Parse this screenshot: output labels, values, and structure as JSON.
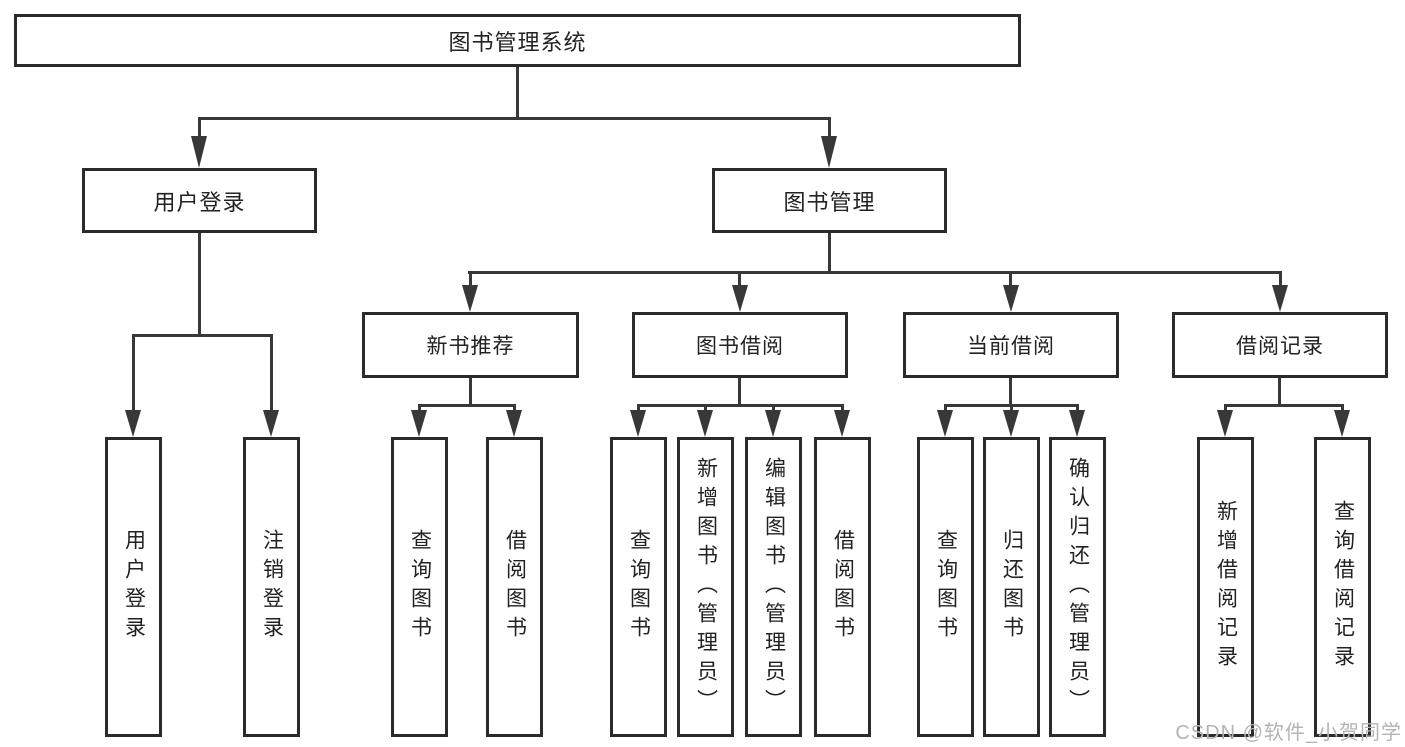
{
  "diagram": {
    "root": {
      "label": "图书管理系统"
    },
    "level2": {
      "user_login": {
        "label": "用户登录"
      },
      "book_mgmt": {
        "label": "图书管理"
      }
    },
    "level3": {
      "new_books": {
        "label": "新书推荐"
      },
      "book_borrow": {
        "label": "图书借阅"
      },
      "current_borrow": {
        "label": "当前借阅"
      },
      "borrow_records": {
        "label": "借阅记录"
      }
    },
    "leaves": {
      "user_login": [
        "用户登录",
        "注销登录"
      ],
      "new_books": [
        "查询图书",
        "借阅图书"
      ],
      "book_borrow": [
        "查询图书",
        "新增图书（管理员）",
        "编辑图书（管理员）",
        "借阅图书"
      ],
      "current_borrow": [
        "查询图书",
        "归还图书",
        "确认归还（管理员）"
      ],
      "borrow_records": [
        "新增借阅记录",
        "查询借阅记录"
      ]
    }
  },
  "watermark": {
    "text": "CSDN @软件_小贺同学"
  },
  "colors": {
    "line": "#383838",
    "box_border": "#2b2b2b",
    "text": "#222222",
    "watermark": "#b4b4b4",
    "background": "#ffffff"
  }
}
